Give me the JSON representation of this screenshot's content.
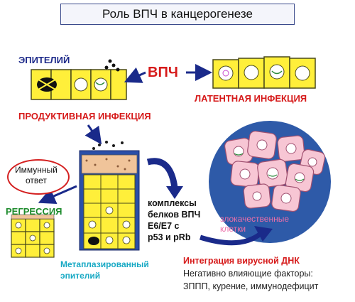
{
  "title": "Роль ВПЧ в канцерогенезе",
  "labels": {
    "epithelium": "ЭПИТЕЛИЙ",
    "hpv": "ВПЧ",
    "latent_infection": "ЛАТЕНТНАЯ ИНФЕКЦИЯ",
    "productive_infection": "ПРОДУКТИВНАЯ ИНФЕКЦИЯ",
    "immune_response_line1": "Иммунный",
    "immune_response_line2": "ответ",
    "regression": "РЕГРЕССИЯ",
    "complexes_lines": [
      "комплексы",
      "белков ВПЧ",
      "Е6/Е7 с",
      "р53 и pRb"
    ],
    "malignant_line1": "злокачественные",
    "malignant_line2": "клетки",
    "metaplastic_line1": "Метаплазированный",
    "metaplastic_line2": "эпителий",
    "integration": "Интеграция вирусной ДНК",
    "factors_line1": "Негативно влияющие факторы:",
    "factors_line2": "ЗППП, курение, иммунодефицит"
  },
  "colors": {
    "cell_fill": "#ffef3a",
    "cell_outline": "#4a4a1a",
    "arrow_blue": "#1a2a8a",
    "red": "#d61a1a",
    "green": "#1b8a2a",
    "cyan": "#17a9c4",
    "pink": "#ec6fa8",
    "malignant_bg": "#2e5aa8",
    "malignant_cell": "#f7c6d4"
  }
}
